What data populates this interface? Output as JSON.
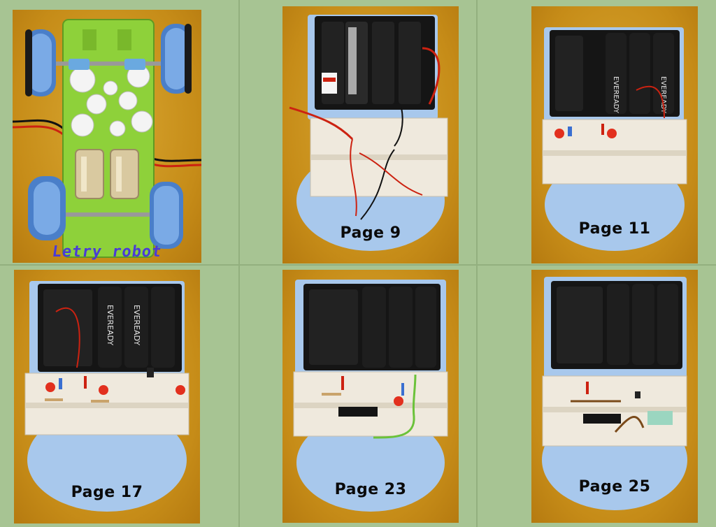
{
  "panels": [
    {
      "label": "Letry robot"
    },
    {
      "caption": "Page 9"
    },
    {
      "caption": "Page 11"
    },
    {
      "caption": "Page 17"
    },
    {
      "caption": "Page 23"
    },
    {
      "caption": "Page 25"
    }
  ],
  "battery_brand": "EVEREADY",
  "colors": {
    "background": "#a7c493",
    "panel": "#c68c18",
    "chassis_green": "#8ed13a",
    "robot_blue": "#a8c8ec",
    "battery_black": "#151515",
    "breadboard": "#efe9dd",
    "label_blue": "#4a3bd6"
  }
}
